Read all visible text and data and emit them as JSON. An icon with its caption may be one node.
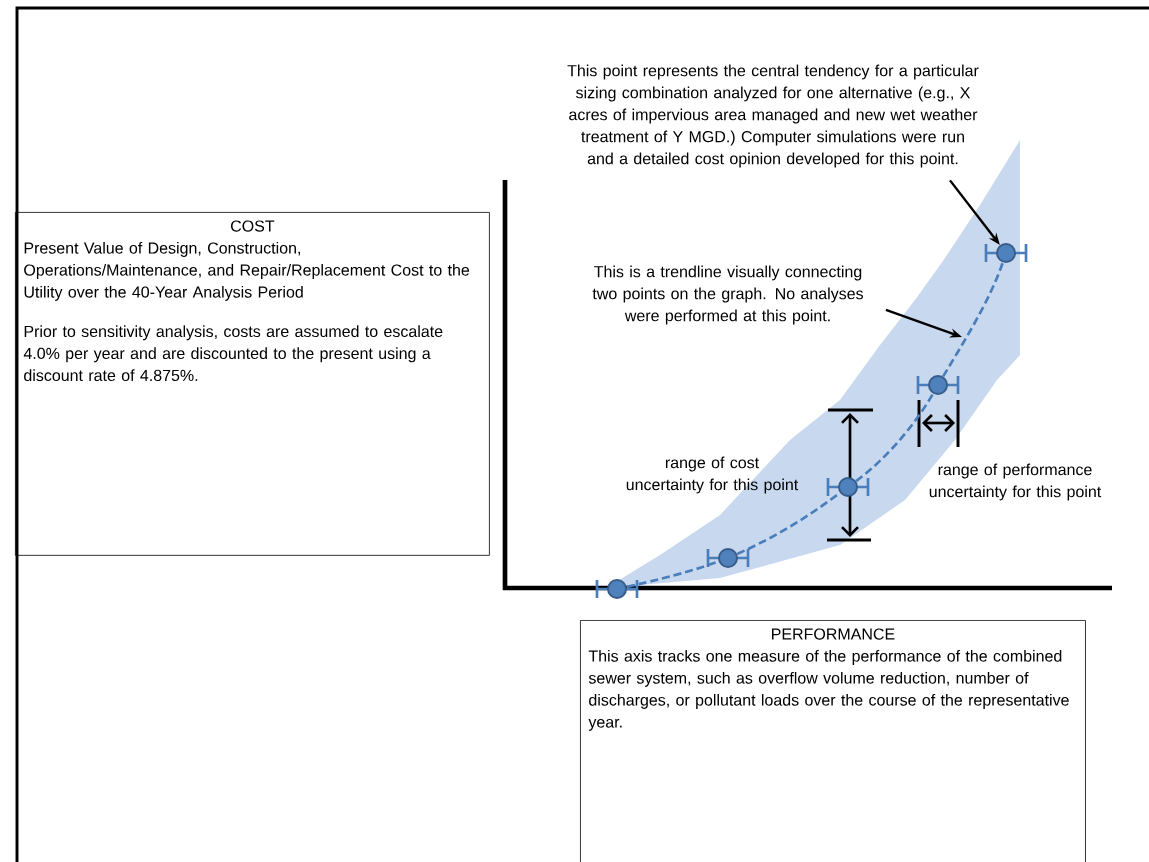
{
  "diagram": {
    "nodes": [
      {
        "text": [
          "COST",
          "Present Value of Design, Construction, Operations/Maintenance, and Repair/Replacement Cost to the Utility over the 40-Year Analysis Period",
          "Prior to sensitivity analysis, costs are assumed to escalate 4.0% per year and are discounted to the present using a discount rate of 4.875%."
        ]
      },
      {
        "text": [
          "PERFORMANCE",
          "This axis tracks one measure of the performance of the combined sewer system, such as overflow volume reduction, number of discharges, or pollutant loads over the course of the representative year."
        ]
      },
      {
        "text": [
          "This point represents the central tendency for a particular sizing combination analyzed for one alternative (e.g., X acres of impervious area managed and new wet weather treatment of Y MGD.) Computer simulations were run and a detailed cost opinion developed for this point."
        ]
      },
      {
        "text": [
          "This is a trendline visually connecting two points on the graph. No analyses were performed at this point."
        ]
      },
      {
        "text": [],
        "shape": "circle"
      },
      {
        "text": [],
        "shape": "circle"
      },
      {
        "text": [],
        "shape": "circle"
      },
      {
        "text": [],
        "shape": "circle"
      },
      {
        "text": [],
        "shape": "circle"
      }
    ],
    "edges": [
      {
        "from": 2,
        "to": 8,
        "arrow": "to",
        "color": "#000000"
      },
      {
        "from": 3,
        "to": null,
        "arrow": "to",
        "color": "#000000"
      },
      {
        "from": 4,
        "to": 5,
        "arrow": "none",
        "style": "dashed",
        "color": "#4a7ebb"
      },
      {
        "from": 5,
        "to": 6,
        "arrow": "none",
        "style": "dashed",
        "color": "#4a7ebb"
      },
      {
        "from": 6,
        "to": 7,
        "arrow": "none",
        "style": "dashed",
        "color": "#4a7ebb"
      },
      {
        "from": 7,
        "to": 8,
        "arrow": "none",
        "style": "dashed",
        "color": "#4a7ebb"
      }
    ],
    "labels": [
      "range of cost uncertainty for this point",
      "range of performance uncertainty for this point"
    ]
  }
}
